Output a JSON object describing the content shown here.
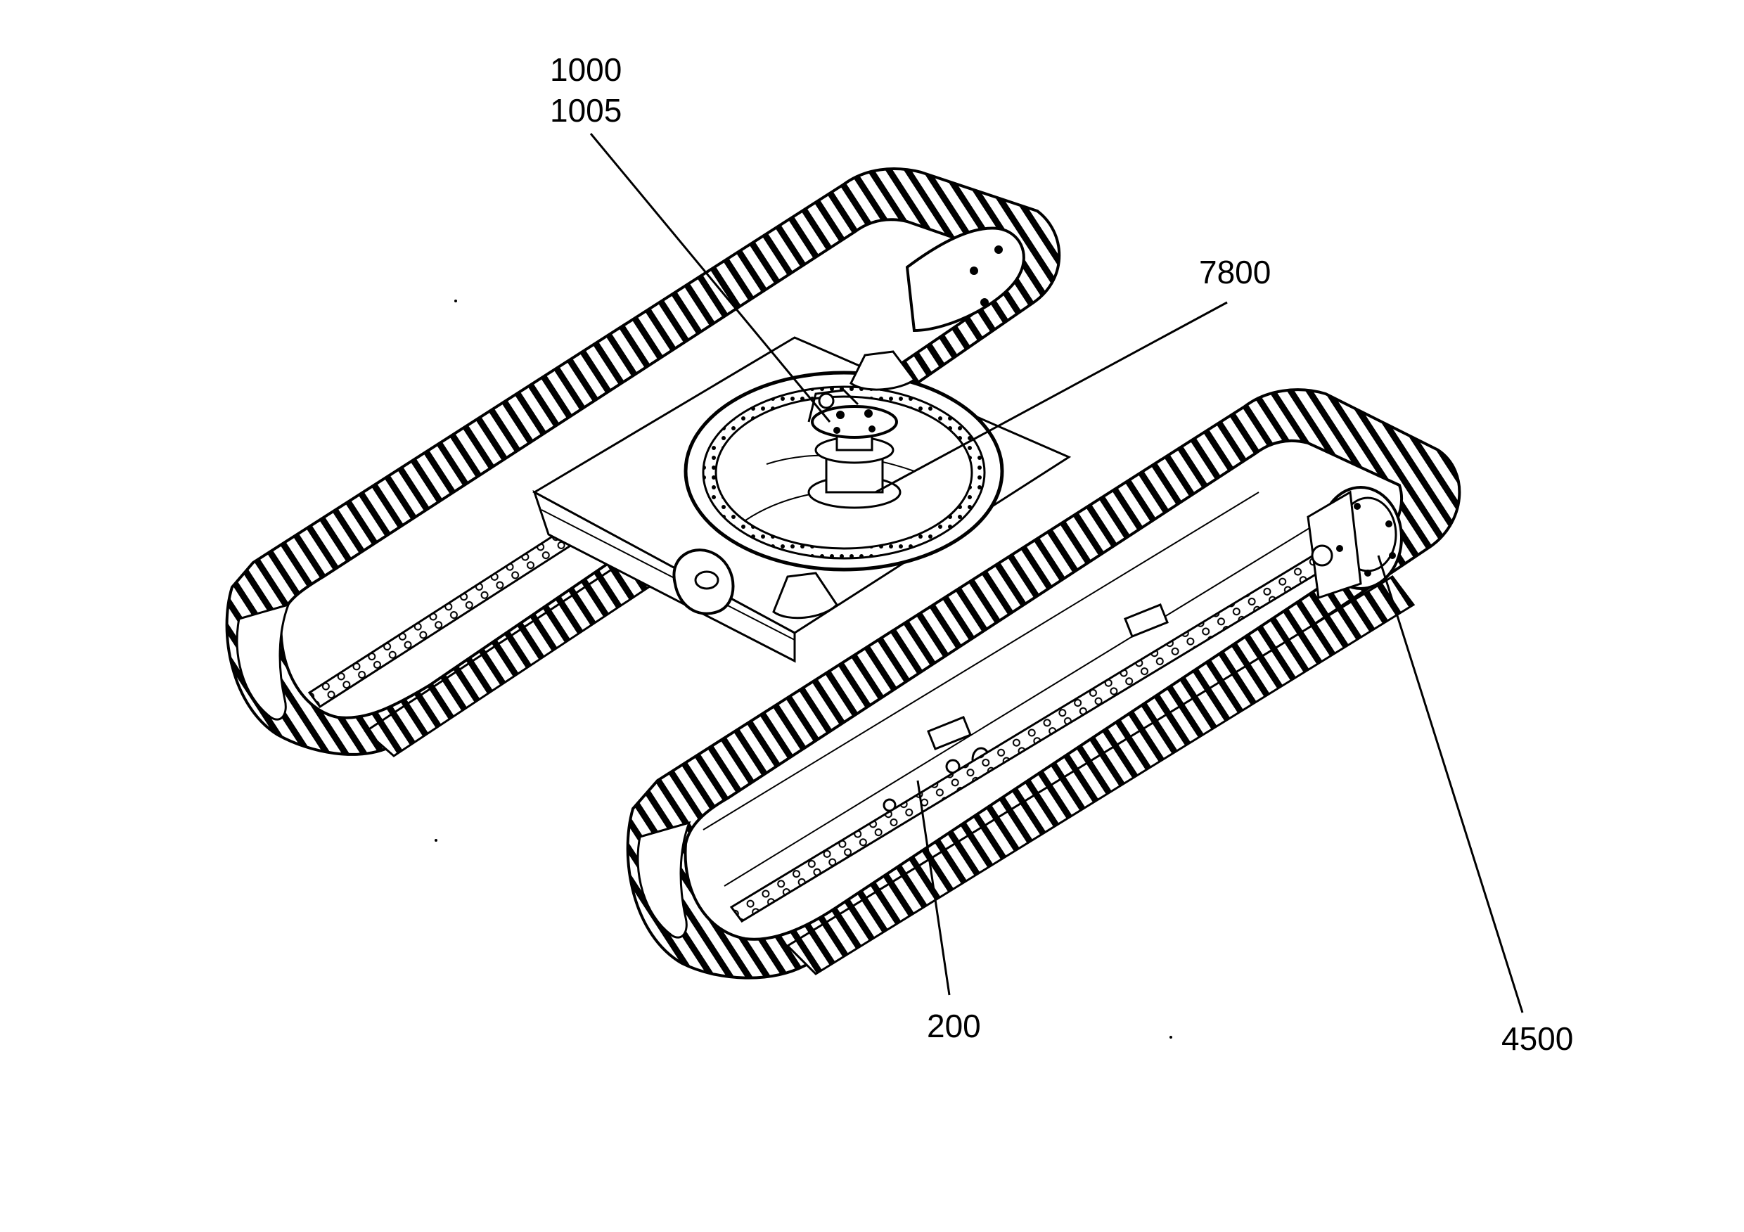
{
  "callouts": {
    "c1000": "1000",
    "c1005": "1005",
    "c7800": "7800",
    "c200": "200",
    "c4500": "4500"
  },
  "colors": {
    "ink": "#000000",
    "paper": "#ffffff",
    "shade": "#e6e6e6"
  }
}
